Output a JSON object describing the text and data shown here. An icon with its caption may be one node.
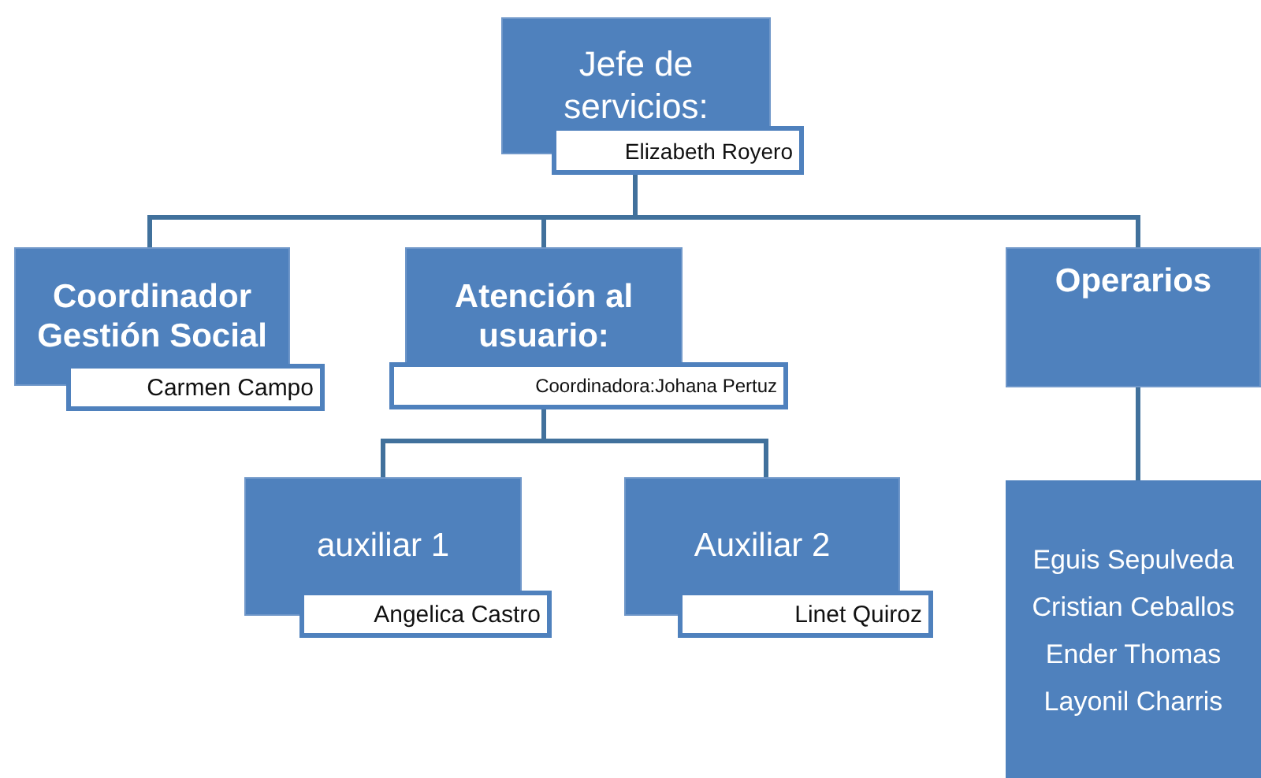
{
  "diagram": {
    "nodes": [
      {
        "text": [
          "Jefe de servicios:",
          "Elizabeth Royero"
        ]
      },
      {
        "text": [
          "Coordinador Gestión Social",
          "Carmen Campo"
        ]
      },
      {
        "text": [
          "Atención al usuario:",
          "Coordinadora:Johana Pertuz"
        ]
      },
      {
        "text": [
          "Operarios"
        ]
      },
      {
        "text": [
          "auxiliar 1",
          "Angelica Castro"
        ]
      },
      {
        "text": [
          "Auxiliar 2",
          "Linet Quiroz"
        ]
      },
      {
        "text": [
          "Eguis Sepulveda",
          "Cristian Ceballos",
          "Ender Thomas",
          "Layonil Charris"
        ]
      }
    ],
    "edges": [
      {
        "from": 0,
        "to": 1,
        "arrow": "none"
      },
      {
        "from": 0,
        "to": 2,
        "arrow": "none"
      },
      {
        "from": 0,
        "to": 3,
        "arrow": "none"
      },
      {
        "from": 2,
        "to": 4,
        "arrow": "none"
      },
      {
        "from": 2,
        "to": 5,
        "arrow": "none"
      },
      {
        "from": 3,
        "to": 6,
        "arrow": "none"
      }
    ]
  }
}
